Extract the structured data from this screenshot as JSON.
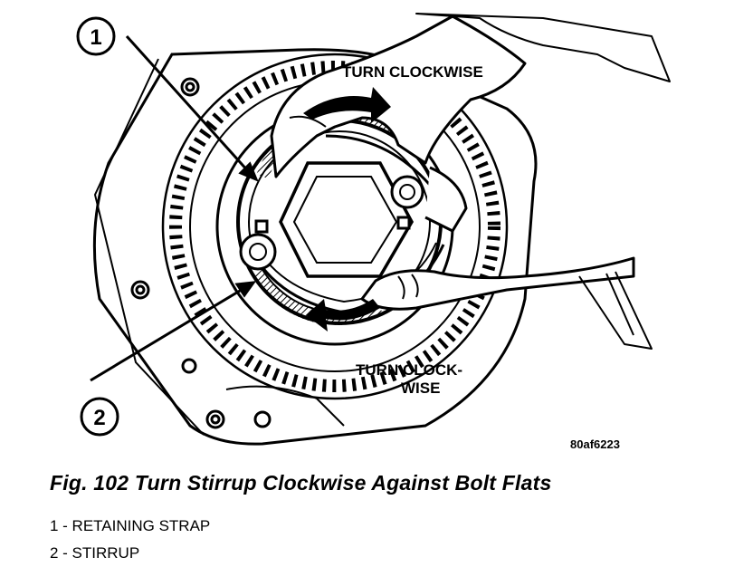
{
  "figure": {
    "callouts": {
      "one": "1",
      "two": "2"
    },
    "labels": {
      "turn_clockwise_top": "TURN CLOCKWISE",
      "turn_clockwise_bottom_line1": "TURN CLOCK-",
      "turn_clockwise_bottom_line2": "WISE"
    },
    "artwork_code": "80af6223"
  },
  "caption": "Fig. 102 Turn Stirrup Clockwise Against Bolt Flats",
  "legend": [
    "1 - RETAINING STRAP",
    "2 - STIRRUP"
  ]
}
